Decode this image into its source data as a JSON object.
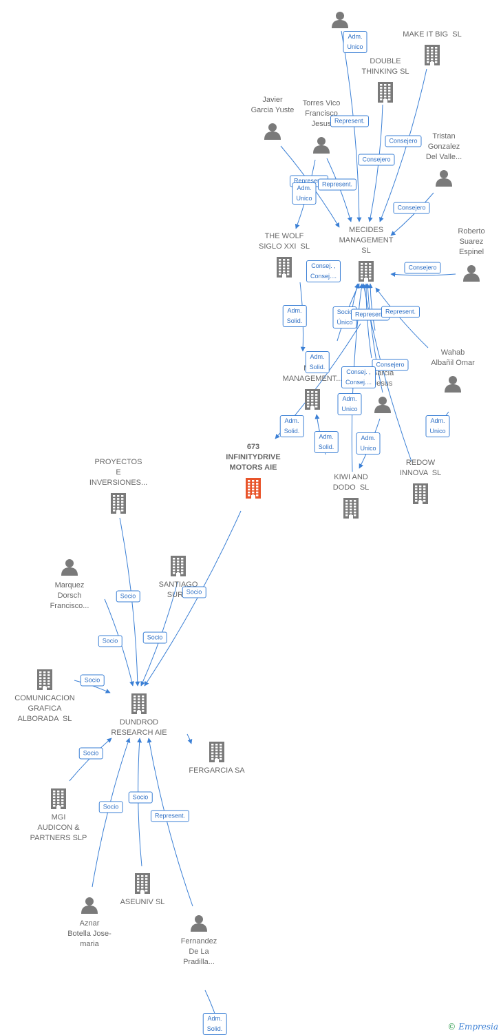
{
  "nodes": [
    {
      "id": "top_person",
      "label": "",
      "type": "person"
    },
    {
      "id": "make_it_big",
      "label": "MAKE IT BIG  SL",
      "type": "company"
    },
    {
      "id": "double_thinking",
      "label": "DOUBLE\nTHINKING SL",
      "type": "company"
    },
    {
      "id": "javier",
      "label": "Javier\nGarcia Yuste",
      "type": "person"
    },
    {
      "id": "torres",
      "label": "Torres Vico\nFrancisco\nJesus",
      "type": "person"
    },
    {
      "id": "tristan",
      "label": "Tristan\nGonzalez\nDel Valle...",
      "type": "person"
    },
    {
      "id": "wolf",
      "label": "THE WOLF\nSIGLO XXI  SL",
      "type": "company"
    },
    {
      "id": "mecides",
      "label": "MECIDES\nMANAGEMENT\nSL",
      "type": "company"
    },
    {
      "id": "roberto",
      "label": "Roberto\nSuarez\nEspinel",
      "type": "person"
    },
    {
      "id": "me_mgmt",
      "label": "ME...\nMANAGEMENT...",
      "type": "company"
    },
    {
      "id": "san",
      "label": "San...\nGarcia\nJesus",
      "type": "person"
    },
    {
      "id": "wahab",
      "label": "Wahab\nAlbañil Omar",
      "type": "person"
    },
    {
      "id": "kiwi",
      "label": "KIWI AND\nDODO  SL",
      "type": "company"
    },
    {
      "id": "redow",
      "label": "REDOW\nINNOVA  SL",
      "type": "company"
    },
    {
      "id": "infinity",
      "label": "673\nINFINITYDRIVE\nMOTORS AIE",
      "type": "main"
    },
    {
      "id": "proyectos",
      "label": "PROYECTOS\nE\nINVERSIONES...",
      "type": "company"
    },
    {
      "id": "santiago",
      "label": "SANTIAGO\nSUR...",
      "type": "company"
    },
    {
      "id": "marquez",
      "label": "Marquez\nDorsch\nFrancisco...",
      "type": "person"
    },
    {
      "id": "comunicacion",
      "label": "COMUNICACION\nGRAFICA\nALBORADA  SL",
      "type": "company"
    },
    {
      "id": "dundrod",
      "label": "DUNDROD\nRESEARCH AIE",
      "type": "company"
    },
    {
      "id": "fergarcia",
      "label": "FERGARCIA SA",
      "type": "company"
    },
    {
      "id": "mgi",
      "label": "MGI\nAUDICON &\nPARTNERS SLP",
      "type": "company"
    },
    {
      "id": "aseuniv",
      "label": "ASEUNIV SL",
      "type": "company"
    },
    {
      "id": "aznar",
      "label": "Aznar\nBotella Jose-\nmaria",
      "type": "person"
    },
    {
      "id": "fernandez",
      "label": "Fernandez\nDe La\nPradilla...",
      "type": "person"
    }
  ],
  "edge_labels": [
    "Adm.\nUnico",
    "Represent.",
    "Consejero",
    "Consejero",
    "Consejero",
    "Represent.",
    "Represent.",
    "Adm.\nUnico",
    "Consejero",
    "Consej. ,\nConsej....",
    "Adm.\nSolid.",
    "Socio\nÚnico",
    "Represent.",
    "Represent.",
    "Adm.\nSolid.",
    "Consejero",
    "Consej. ,\nConsej....",
    "Adm.\nUnico",
    "Adm.\nUnico",
    "Adm.\nSolid.",
    "Adm.\nSolid.",
    "Adm.\nUnico",
    "Socio",
    "Socio",
    "Socio",
    "Socio",
    "Socio",
    "Socio",
    "Socio",
    "Socio",
    "Represent.",
    "Adm.\nSolid."
  ],
  "footer": {
    "copyright": "©",
    "brand": "Empresia"
  },
  "colors": {
    "node_gray": "#7a7a7a",
    "main_orange": "#e8542a",
    "edge_blue": "#3a7fd5",
    "label_text": "#2e6fc4"
  }
}
